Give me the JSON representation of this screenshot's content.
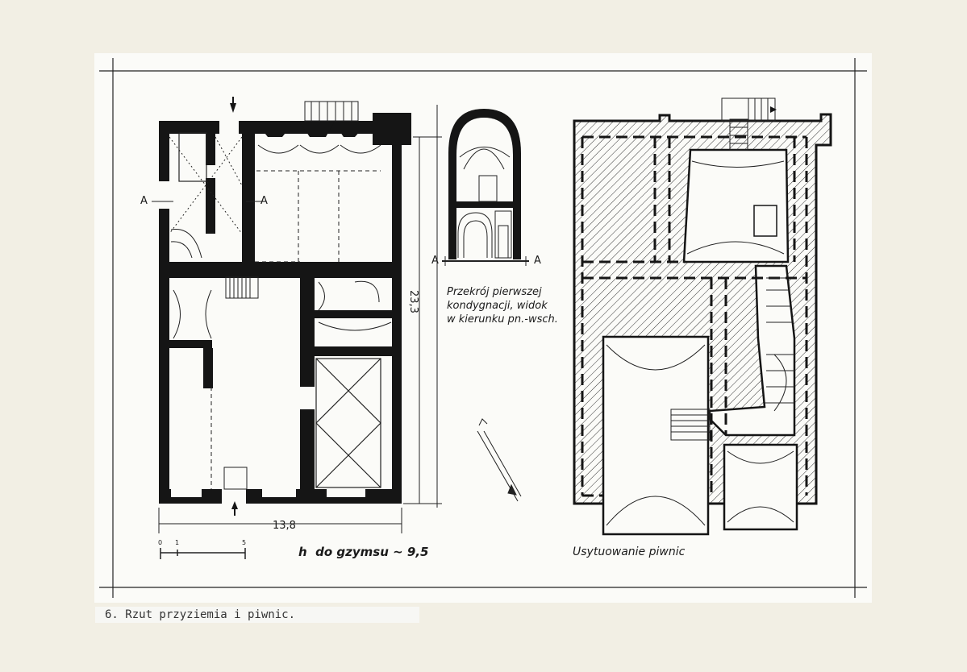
{
  "labels": {
    "section_text_1": "Przekrój pierwszej",
    "section_text_2": "kondygnacji, widok",
    "section_text_3": "w kierunku pn.-wsch.",
    "section_mark": "A",
    "dim_depth": "23,3",
    "dim_width": "13,8",
    "scale_ticks": [
      "0",
      "1",
      "5"
    ],
    "height_note": "h  do gzymsu ~ 9,5",
    "cellar_title": "Usytuowanie piwnic"
  },
  "caption": "6. Rzut przyziemia i piwnic.",
  "colors": {
    "paper": "#f2efe4",
    "sheet": "#fbfbf8",
    "ink": "#1a1a1a"
  }
}
